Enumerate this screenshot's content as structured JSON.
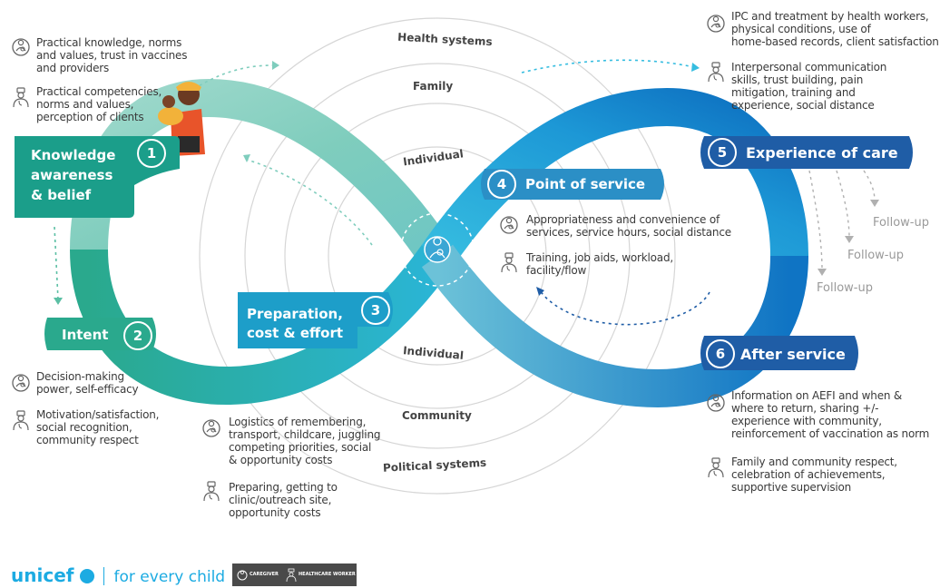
{
  "rings": {
    "health_systems": "Health systems",
    "family": "Family",
    "individual_top": "Individual",
    "individual_bottom": "Individual",
    "community": "Community",
    "political_systems": "Political systems"
  },
  "stages": [
    {
      "number": "1",
      "label_lines": [
        "Knowledge",
        "awareness",
        "& belief"
      ]
    },
    {
      "number": "2",
      "label_lines": [
        "Intent"
      ]
    },
    {
      "number": "3",
      "label_lines": [
        "Preparation,",
        "cost & effort"
      ]
    },
    {
      "number": "4",
      "label_lines": [
        "Point of service"
      ]
    },
    {
      "number": "5",
      "label_lines": [
        "Experience of care"
      ]
    },
    {
      "number": "6",
      "label_lines": [
        "After service"
      ]
    }
  ],
  "notes": {
    "s1_caregiver": [
      "Practical knowledge, norms",
      "and values, trust in vaccines",
      "and providers"
    ],
    "s1_worker": [
      "Practical competencies,",
      "norms and values,",
      "perception of clients"
    ],
    "s2_caregiver": [
      "Decision-making",
      "power, self-efficacy"
    ],
    "s2_worker": [
      "Motivation/satisfaction,",
      "social recognition,",
      "community respect"
    ],
    "s3_caregiver": [
      "Logistics of remembering,",
      "transport, childcare, juggling",
      "competing priorities, social",
      "& opportunity costs"
    ],
    "s3_worker": [
      "Preparing, getting to",
      "clinic/outreach site,",
      "opportunity costs"
    ],
    "s4_caregiver": [
      "Appropriateness and convenience of",
      "services, service hours, social distance"
    ],
    "s4_worker": [
      "Training, job aids, workload,",
      "facility/flow"
    ],
    "s5_caregiver": [
      "IPC and treatment by health workers,",
      "physical conditions, use of",
      "home-based records, client satisfaction"
    ],
    "s5_worker": [
      "Interpersonal communication",
      "skills, trust building, pain",
      "mitigation, training and",
      "experience, social distance"
    ],
    "s6_caregiver": [
      "Information on AEFI and when &",
      "where to return, sharing +/-",
      "experience with community,",
      "reinforcement of vaccination as norm"
    ],
    "s6_worker": [
      "Family and community respect,",
      "celebration of achievements,",
      "supportive supervision"
    ]
  },
  "follow_up": [
    "Follow-up",
    "Follow-up",
    "Follow-up"
  ],
  "legend": {
    "caregiver": "CAREGIVER",
    "worker": "HEALTHCARE WORKER"
  },
  "brand": {
    "name": "unicef",
    "tagline": "for every child"
  },
  "colors": {
    "teal_dark": "#1b9e8a",
    "teal_light": "#7fcdbd",
    "sky": "#2fb3dd",
    "blue": "#0d7cc8",
    "navy": "#1f5da6",
    "unicef_blue": "#1cabe2"
  },
  "icons": [
    "caregiver-icon",
    "healthcare-worker-icon",
    "mother-child-icon",
    "unicef-logo-icon"
  ]
}
